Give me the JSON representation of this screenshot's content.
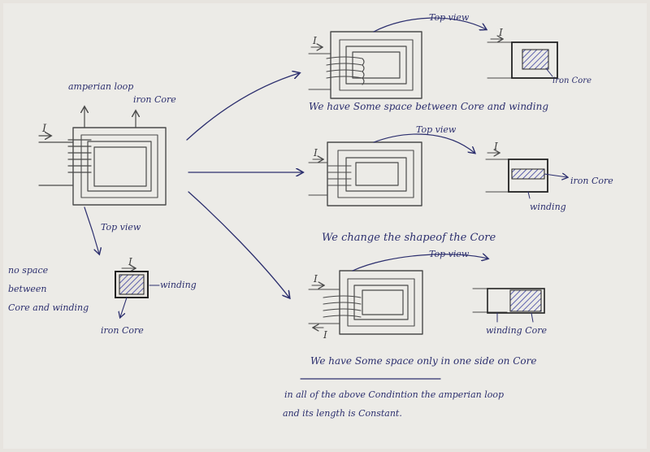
{
  "colors": {
    "paper": "#e7e4df",
    "ink": "#2c2f6e",
    "pencil": "#4a4a4a",
    "hatch": "#3a3fa0"
  },
  "left": {
    "current": "I",
    "amperian_loop": "amperian loop",
    "iron_core": "iron Core",
    "top_view": "Top view",
    "no_space": [
      "no space",
      "between",
      "Core and winding"
    ],
    "tv_current": "I",
    "tv_winding": "winding",
    "tv_core": "iron Core"
  },
  "case1": {
    "current": "I",
    "top_view": "Top view",
    "tv_current": "I",
    "tv_core": "iron Core",
    "caption": "We have Some space between Core and winding"
  },
  "case2": {
    "current": "I",
    "top_view": "Top view",
    "tv_current": "I",
    "tv_core": "iron Core",
    "tv_winding": "winding",
    "caption": "We change the shapeof the Core"
  },
  "case3": {
    "current_in": "I",
    "current_out": "I",
    "top_view": "Top view",
    "tv_labels": "winding Core",
    "caption": "We have Some space only in one side on Core"
  },
  "conclusion": [
    "in all of the above Condintion the amperian loop",
    "and its length is Constant."
  ]
}
